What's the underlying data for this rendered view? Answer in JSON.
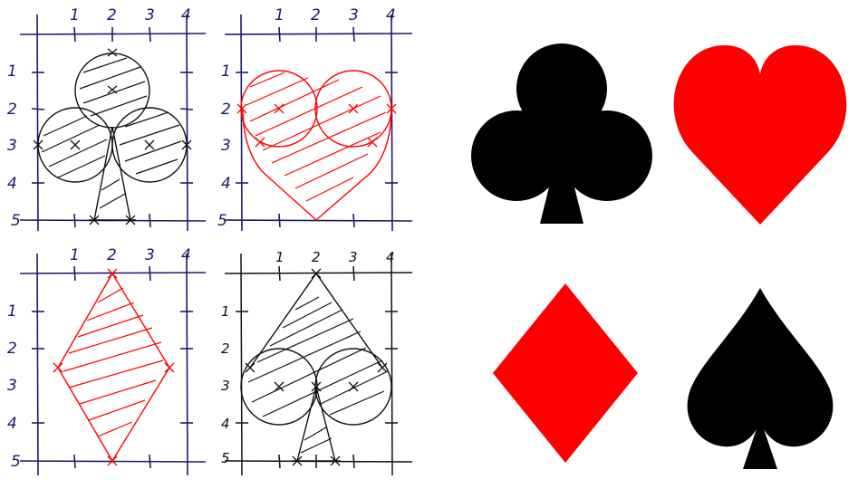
{
  "colors": {
    "grid": "#1a1a6e",
    "black_sketch": "#111111",
    "red": "#ff0000",
    "black": "#000000"
  },
  "sketches": {
    "clubs": {
      "col_labels": [
        "1",
        "2",
        "3",
        "4"
      ],
      "row_labels": [
        "1",
        "2",
        "3",
        "4",
        "5"
      ]
    },
    "hearts": {
      "col_labels": [
        "1",
        "2",
        "3",
        "4"
      ],
      "row_labels": [
        "1",
        "2",
        "3",
        "4",
        "5"
      ]
    },
    "diamonds": {
      "col_labels": [
        "1",
        "2",
        "3",
        "4"
      ],
      "row_labels": [
        "1",
        "2",
        "3",
        "4",
        "5"
      ]
    },
    "spades": {
      "col_labels": [
        "1",
        "2",
        "3",
        "4"
      ],
      "row_labels": [
        "1",
        "2",
        "3",
        "4",
        "5"
      ]
    }
  },
  "symbols": [
    {
      "suit": "club-icon",
      "color": "#000000"
    },
    {
      "suit": "heart-icon",
      "color": "#ff0000"
    },
    {
      "suit": "diamond-icon",
      "color": "#ff0000"
    },
    {
      "suit": "spade-icon",
      "color": "#000000"
    }
  ]
}
